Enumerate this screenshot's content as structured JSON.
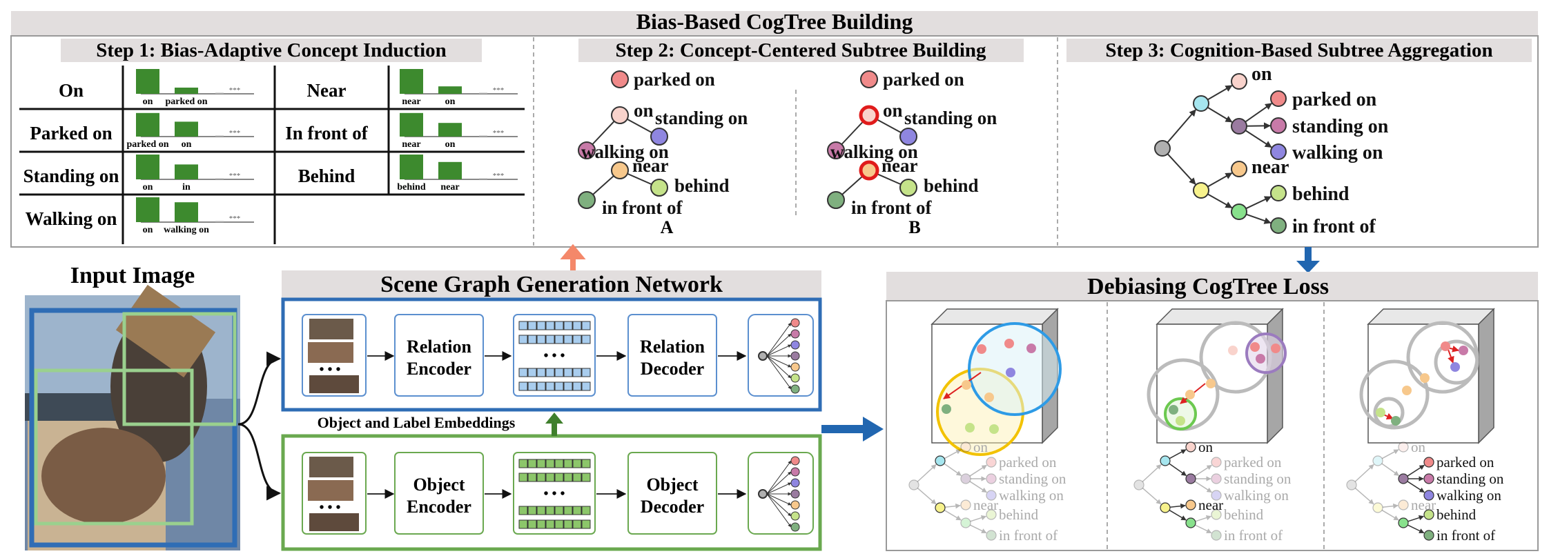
{
  "banner": {
    "title": "Bias-Based CogTree Building"
  },
  "step1": {
    "title": "Step 1: Bias-Adaptive Concept Induction",
    "cells": [
      {
        "concept": "On",
        "bars": [
          {
            "label": "on",
            "value": 1.0
          },
          {
            "label": "parked on",
            "value": 0.25
          },
          {
            "label": "",
            "value": 0.04
          }
        ],
        "more": "***"
      },
      {
        "concept": "Near",
        "bars": [
          {
            "label": "near",
            "value": 1.0
          },
          {
            "label": "on",
            "value": 0.3
          },
          {
            "label": "",
            "value": 0.04
          }
        ],
        "more": "***"
      },
      {
        "concept": "Parked on",
        "bars": [
          {
            "label": "parked on",
            "value": 0.95
          },
          {
            "label": "on",
            "value": 0.6
          },
          {
            "label": "",
            "value": 0.04
          }
        ],
        "more": "***"
      },
      {
        "concept": "In front of",
        "bars": [
          {
            "label": "near",
            "value": 0.95
          },
          {
            "label": "on",
            "value": 0.55
          },
          {
            "label": "",
            "value": 0.04
          }
        ],
        "more": "***"
      },
      {
        "concept": "Standing on",
        "bars": [
          {
            "label": "on",
            "value": 1.0
          },
          {
            "label": "in",
            "value": 0.6
          },
          {
            "label": "",
            "value": 0.04
          }
        ],
        "more": "***"
      },
      {
        "concept": "Behind",
        "bars": [
          {
            "label": "behind",
            "value": 1.0
          },
          {
            "label": "near",
            "value": 0.7
          },
          {
            "label": "",
            "value": 0.04
          }
        ],
        "more": "***"
      },
      {
        "concept": "Walking on",
        "bars": [
          {
            "label": "on",
            "value": 1.0
          },
          {
            "label": "walking on",
            "value": 0.8
          },
          {
            "label": "",
            "value": 0.04
          }
        ],
        "more": "***"
      }
    ]
  },
  "step2": {
    "title": "Step 2: Concept-Centered Subtree Building",
    "tree_labels": {
      "parked_on": "parked on",
      "on": "on",
      "standing_on": "standing on",
      "walking_on": "walking on",
      "near": "near",
      "behind": "behind",
      "in_front_of": "in front of"
    },
    "panel_a": "A",
    "panel_b": "B"
  },
  "step3": {
    "title": "Step 3: Cognition-Based Subtree Aggregation",
    "labels": {
      "on": "on",
      "parked_on": "parked on",
      "standing_on": "standing on",
      "walking_on": "walking on",
      "near": "near",
      "behind": "behind",
      "in_front_of": "in front of"
    }
  },
  "input": {
    "title": "Input Image"
  },
  "sgg": {
    "title": "Scene Graph Generation Network",
    "relation_encoder": "Relation Encoder",
    "relation_decoder": "Relation Decoder",
    "object_encoder": "Object Encoder",
    "object_decoder": "Object Decoder",
    "embeddings": "Object and Label Embeddings",
    "ellipsis": "• • •"
  },
  "loss": {
    "title": "Debiasing CogTree Loss",
    "labels": {
      "on": "on",
      "parked_on": "parked on",
      "standing_on": "standing on",
      "walking_on": "walking on",
      "near": "near",
      "behind": "behind",
      "in_front_of": "in front of"
    }
  },
  "colors": {
    "parked_on": "#f08a8a",
    "on": "#f9d3cc",
    "standing_on": "#8f86e0",
    "walking_on": "#c87aa8",
    "near": "#f7c88c",
    "behind": "#c5e38a",
    "in_front_of": "#7fb07f",
    "root": "#b0b0b0",
    "cyan": "#a6e6ef",
    "mauve": "#9a7ba0",
    "yellow": "#f7f28c",
    "lime": "#88e18c",
    "bar_green": "#3d8a2e",
    "blue_box": "#2f6db5",
    "green_box": "#6aa84f",
    "salmon_arrow": "#f4886a",
    "blue_arrow": "#2166b0",
    "header_gray": "#e2dede"
  }
}
